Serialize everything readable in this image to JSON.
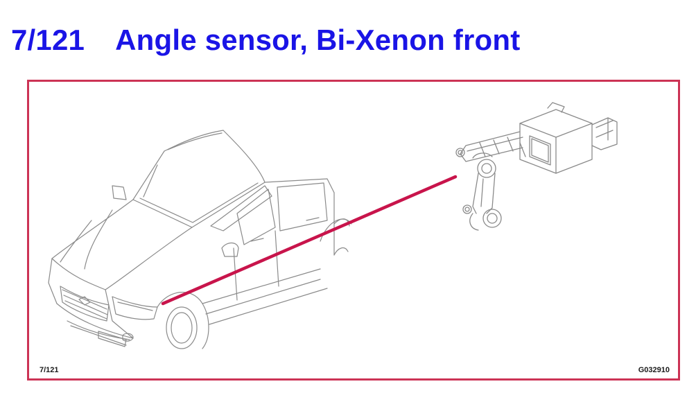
{
  "title": {
    "number": "7/121",
    "text": "Angle sensor, Bi-Xenon front",
    "color": "#1a14e6"
  },
  "figure": {
    "ref_left": "7/121",
    "ref_right": "G032910",
    "frame_color": "#cc3355",
    "pointer_color": "#c8144b",
    "line_color": "#8a8a8a",
    "subjects": [
      "car-illustration",
      "angle-sensor-illustration"
    ]
  }
}
